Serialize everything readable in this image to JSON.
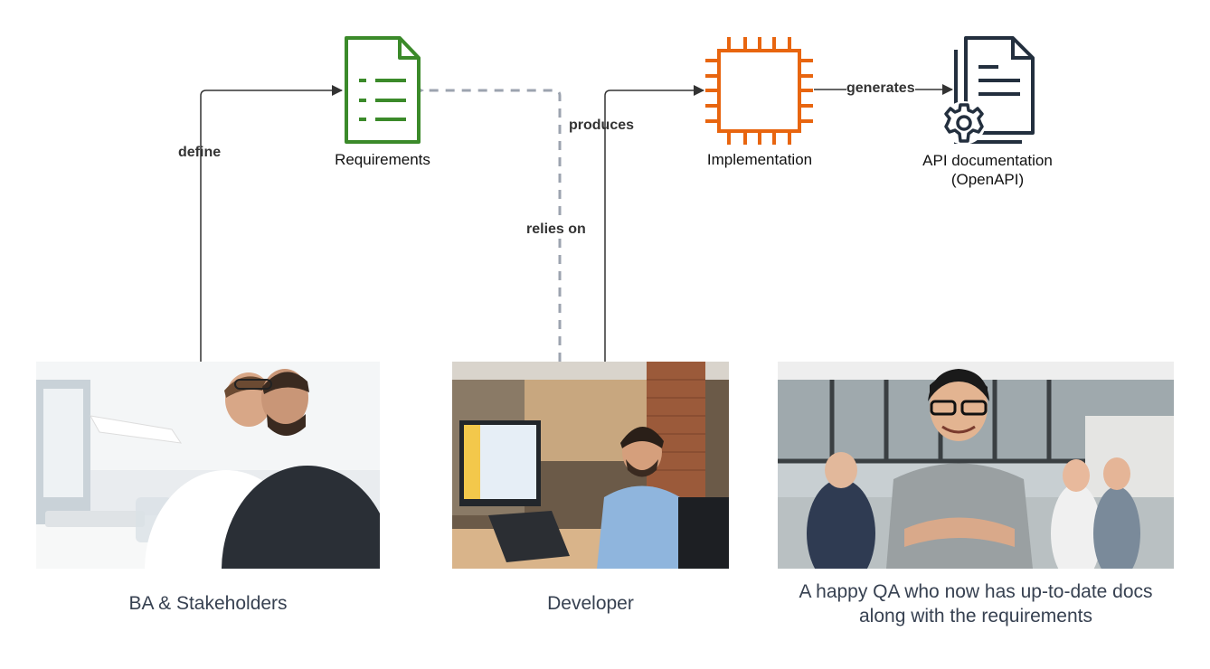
{
  "nodes": {
    "requirements": {
      "label": "Requirements",
      "icon": "document-list-icon",
      "color": "#3b8a2a"
    },
    "implementation": {
      "label": "Implementation",
      "icon": "chip-icon",
      "color": "#e8650f"
    },
    "api_docs": {
      "label_line1": "API documentation",
      "label_line2": "(OpenAPI)",
      "icon": "document-gear-icon",
      "color": "#232f3e"
    }
  },
  "edges": {
    "define": "define",
    "relies_on": "relies on",
    "produces": "produces",
    "generates": "generates"
  },
  "actors": {
    "ba": {
      "caption": "BA & Stakeholders",
      "image": "two-men-at-monitor-photo"
    },
    "developer": {
      "caption": "Developer",
      "image": "developer-at-desk-photo"
    },
    "qa": {
      "caption_line1": "A happy QA who now has up-to-date docs",
      "caption_line2": "along with the requirements",
      "image": "smiling-qa-photo"
    }
  },
  "colors": {
    "arrow": "#333333",
    "dashed_arrow": "#9ca3af"
  }
}
